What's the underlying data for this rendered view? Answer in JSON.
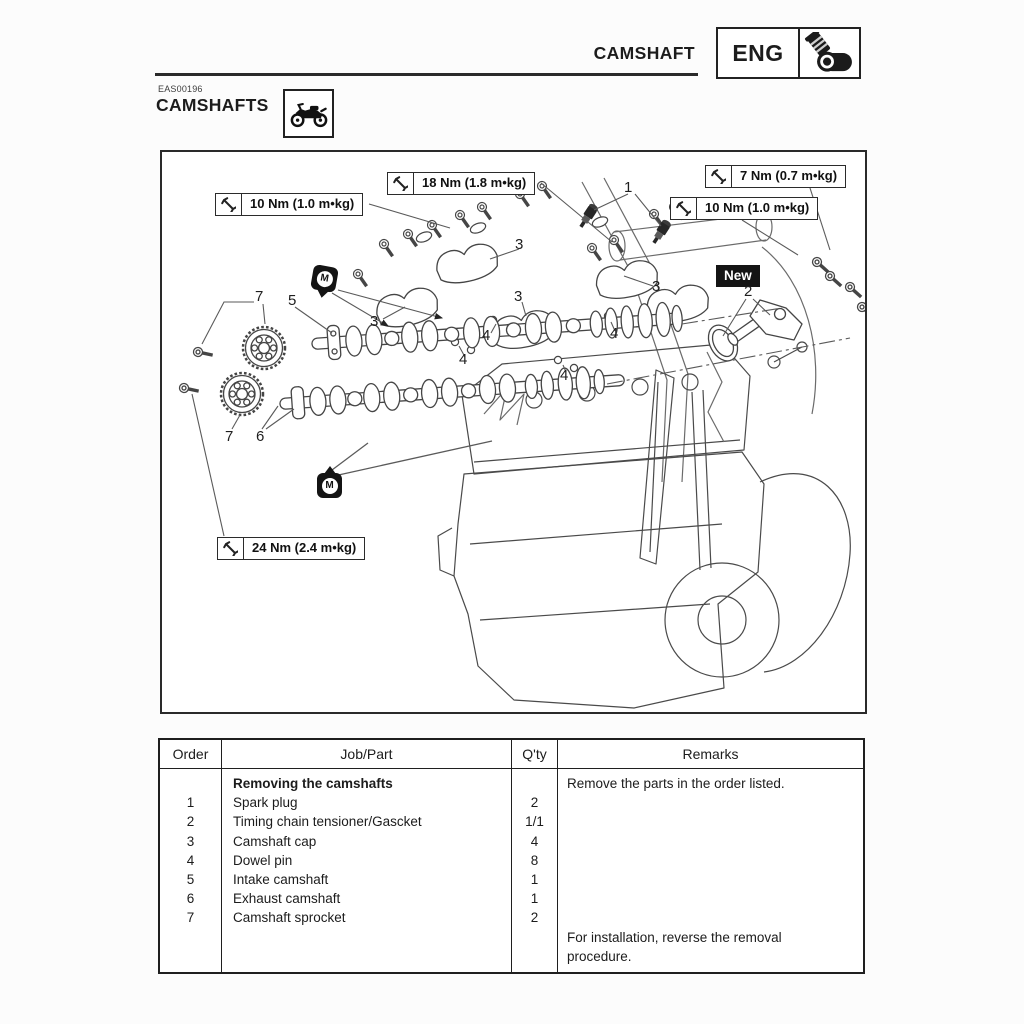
{
  "colors": {
    "ink": "#1c1c1c",
    "new_badge_bg": "#141414",
    "new_badge_text": "#ffffff"
  },
  "header": {
    "title": "CAMSHAFT",
    "badge": "ENG"
  },
  "section": {
    "code": "EAS00196",
    "heading": "CAMSHAFTS"
  },
  "diagram": {
    "torque_callouts": [
      {
        "label": "10 Nm (1.0 m•kg)"
      },
      {
        "label": "18 Nm (1.8 m•kg)"
      },
      {
        "label": "7 Nm (0.7 m•kg)"
      },
      {
        "label": "10 Nm (1.0 m•kg)"
      },
      {
        "label": "24 Nm (2.4 m•kg)"
      }
    ],
    "new_label": "New",
    "m_symbol": "M",
    "part_numbers": [
      "1",
      "2",
      "3",
      "3",
      "3",
      "3",
      "4",
      "4",
      "4",
      "4",
      "5",
      "6",
      "7",
      "7"
    ]
  },
  "table": {
    "headers": [
      "Order",
      "Job/Part",
      "Q'ty",
      "Remarks"
    ],
    "section_title": "Removing the camshafts",
    "rows": [
      {
        "order": "1",
        "part": "Spark plug",
        "qty": "2"
      },
      {
        "order": "2",
        "part": "Timing chain tensioner/Gascket",
        "qty": "1/1"
      },
      {
        "order": "3",
        "part": "Camshaft cap",
        "qty": "4"
      },
      {
        "order": "4",
        "part": "Dowel pin",
        "qty": "8"
      },
      {
        "order": "5",
        "part": "Intake camshaft",
        "qty": "1"
      },
      {
        "order": "6",
        "part": "Exhaust camshaft",
        "qty": "1"
      },
      {
        "order": "7",
        "part": "Camshaft sprocket",
        "qty": "2"
      }
    ],
    "remark_top": "Remove the parts in the order listed.",
    "remark_bottom": "For installation, reverse the removal procedure."
  }
}
